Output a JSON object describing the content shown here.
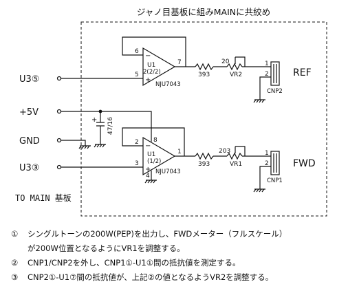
{
  "diagram": {
    "board_title": "ジャノ目基板に組みMAINに共絞め",
    "to_main_label": "TO MAIN 基板",
    "inputs": [
      "U3⑤",
      "+5V",
      "GND",
      "U3③"
    ],
    "capacitor": "47/16",
    "capacitor_plus": "+",
    "upper_opamp": {
      "name": "U1",
      "unit": "2(2/2)",
      "part": "NJU7043",
      "pin_fb": "6",
      "pin_in": "5",
      "pin_out": "7",
      "minus": "−",
      "plus": "+"
    },
    "lower_opamp": {
      "name": "U1",
      "unit": "(1/2)",
      "part": "NJU7043",
      "pin_fb": "2",
      "pin_in": "3",
      "pin_out": "1",
      "pin_vcc": "8",
      "pin_gnd": "4",
      "minus": "−",
      "plus": "+"
    },
    "upper_resistor": "393",
    "lower_resistor": "393",
    "upper_vr": {
      "value": "20",
      "name": "VR2"
    },
    "lower_vr": {
      "value": "203",
      "name": "VR1"
    },
    "upper_connector": {
      "name": "CNP2",
      "pin1": "1",
      "pin2": "2"
    },
    "lower_connector": {
      "name": "CNP1",
      "pin1": "1",
      "pin2": "2"
    },
    "outputs": {
      "ref": "REF",
      "fwd": "FWD"
    }
  },
  "notes": [
    {
      "num": "①",
      "text": "シングルトーンの200W(PEP)を出力し、FWDメーター（フルスケール）"
    },
    {
      "num": "",
      "text": "が200W位置となるようにVR1を調整する。"
    },
    {
      "num": "②",
      "text": "CNP1/CNP2を外し、CNP1①-U1①間の抵抗値を測定する。"
    },
    {
      "num": "③",
      "text": "CNP2①-U1⑦間の抵抗値が、上記②の値となるようVR2を調整する。"
    }
  ]
}
